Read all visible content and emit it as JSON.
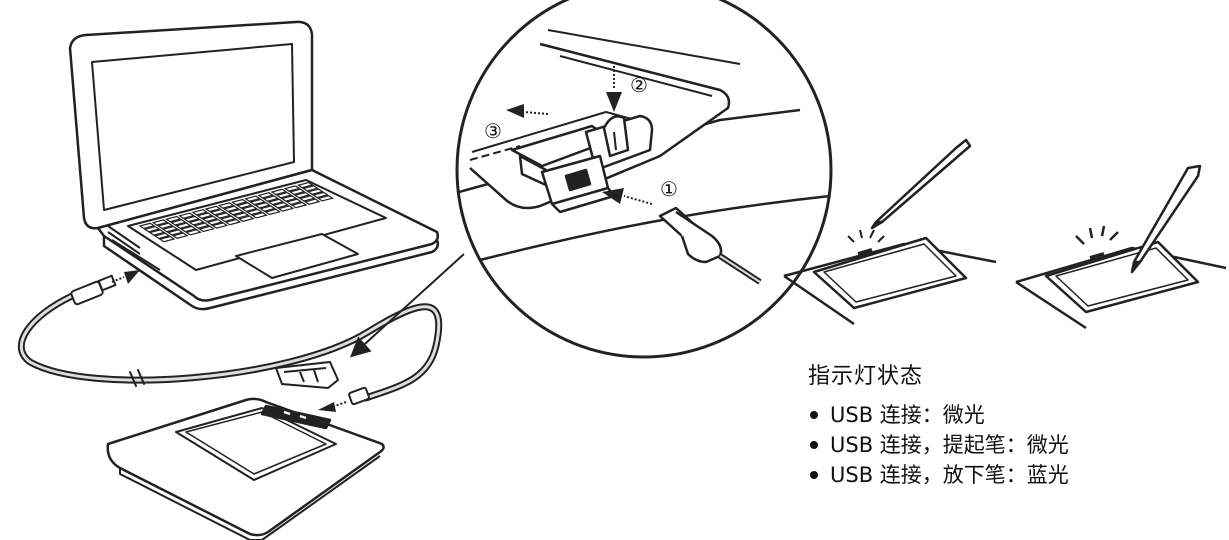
{
  "steps": {
    "one": "①",
    "two": "②",
    "three": "③"
  },
  "legend": {
    "title": "指示灯状态",
    "items": [
      "USB 连接：微光",
      "USB 连接，提起笔：微光",
      "USB 连接，放下笔：蓝光"
    ]
  },
  "colors": {
    "line": "#222222",
    "fill": "#ffffff",
    "cable": "#9a9a9a"
  },
  "icons": [
    "laptop-icon",
    "usb-cable-icon",
    "signature-pad-icon",
    "pen-icon",
    "arrow-icon"
  ]
}
